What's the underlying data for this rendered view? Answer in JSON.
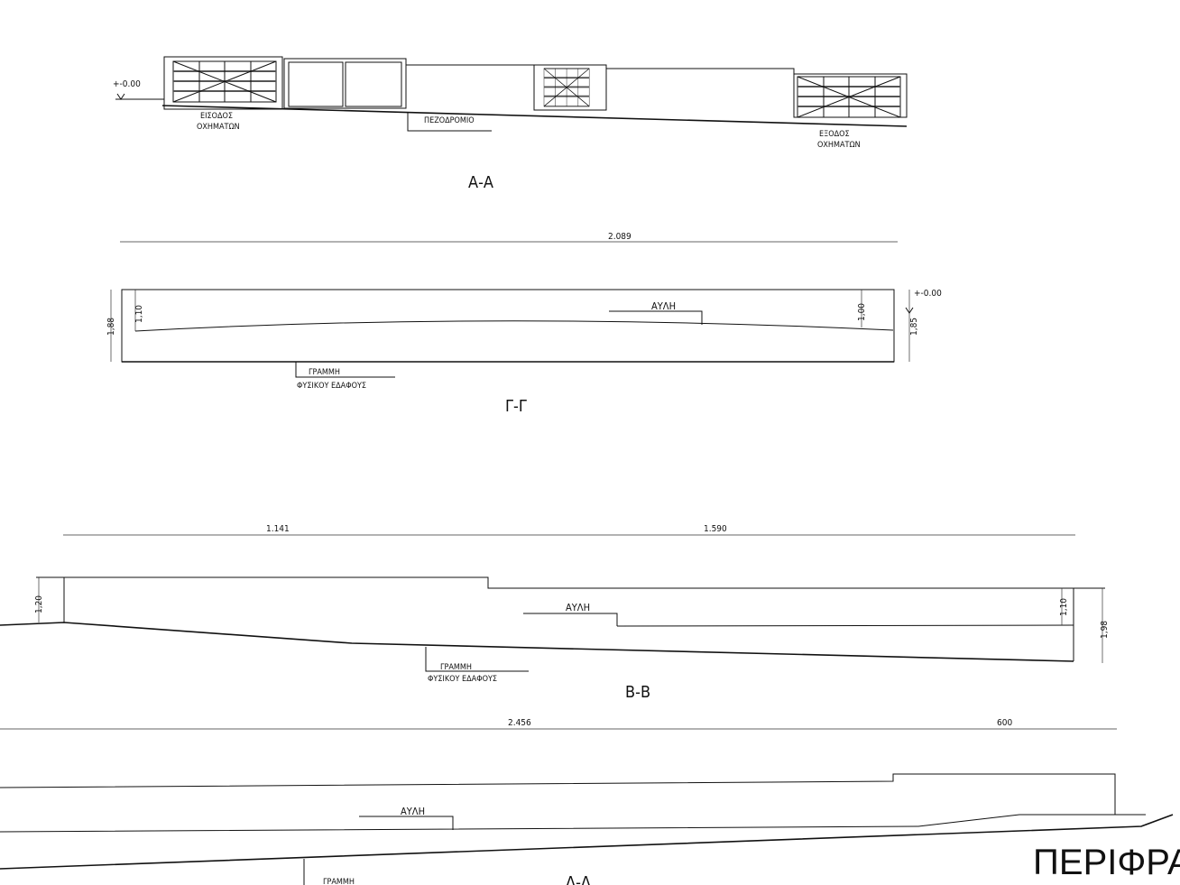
{
  "section_aa_elevation": {
    "level": "+-0.00",
    "entrance_label": [
      "ΕΙΣΟΔΟΣ",
      "ΟΧΗΜΑΤΩΝ"
    ],
    "sidewalk_label": "ΠΕΖΟΔΡΟΜΙΟ",
    "exit_label": [
      "ΕΞΟΔΟΣ",
      "ΟΧΗΜΑΤΩΝ"
    ],
    "title": "Α-Α"
  },
  "section_gg": {
    "overall_dim": "2.089",
    "left_height": "1,88",
    "left_inner": "1,10",
    "right_inner": "1,00",
    "right_height": "1,85",
    "level": "+-0.00",
    "yard_label": "ΑΥΛΗ",
    "ground_label": [
      "ΓΡΑΜΜΗ",
      "ΦΥΣΙΚΟΥ ΕΔΑΦΟΥΣ"
    ],
    "title": "Γ-Γ"
  },
  "section_bb": {
    "dims": [
      "1.141",
      "1.590"
    ],
    "left_height": "1,20",
    "right_inner": "1,10",
    "right_height": "1,98",
    "yard_label": "ΑΥΛΗ",
    "ground_label": [
      "ΓΡΑΜΜΗ",
      "ΦΥΣΙΚΟΥ ΕΔΑΦΟΥΣ"
    ],
    "title": "Β-Β"
  },
  "section_dd": {
    "dims": [
      "2.456",
      "600"
    ],
    "yard_label": "ΑΥΛΗ",
    "ground_label": "ΓΡΑΜΜΗ",
    "title": "Δ-Δ"
  },
  "sheet_title": "ΠΕΡΙΦΡΑΞ"
}
